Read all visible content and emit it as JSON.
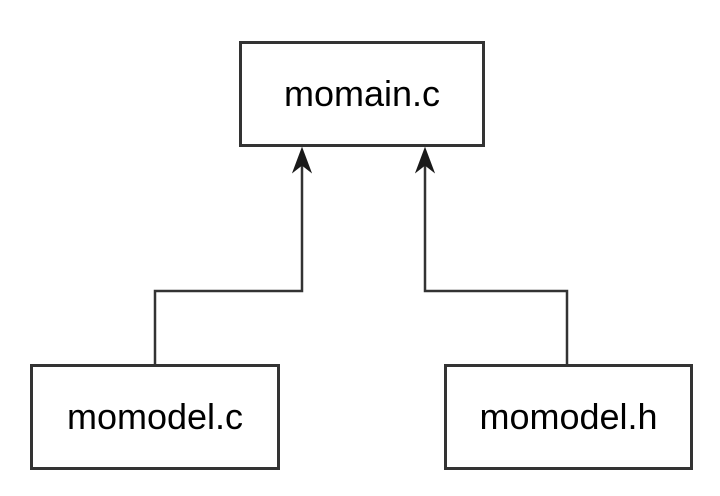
{
  "diagram": {
    "type": "dependency-diagram",
    "background_color": "#ffffff",
    "line_color": "#333333",
    "text_color": "#000000",
    "nodes": [
      {
        "id": "momain.c",
        "label": "momain.c"
      },
      {
        "id": "momodel.c",
        "label": "momodel.c"
      },
      {
        "id": "momodel.h",
        "label": "momodel.h"
      }
    ],
    "edges": [
      {
        "from": "momodel.c",
        "to": "momain.c",
        "style": "elbow",
        "arrow": "up"
      },
      {
        "from": "momodel.h",
        "to": "momain.c",
        "style": "elbow",
        "arrow": "up"
      }
    ]
  }
}
